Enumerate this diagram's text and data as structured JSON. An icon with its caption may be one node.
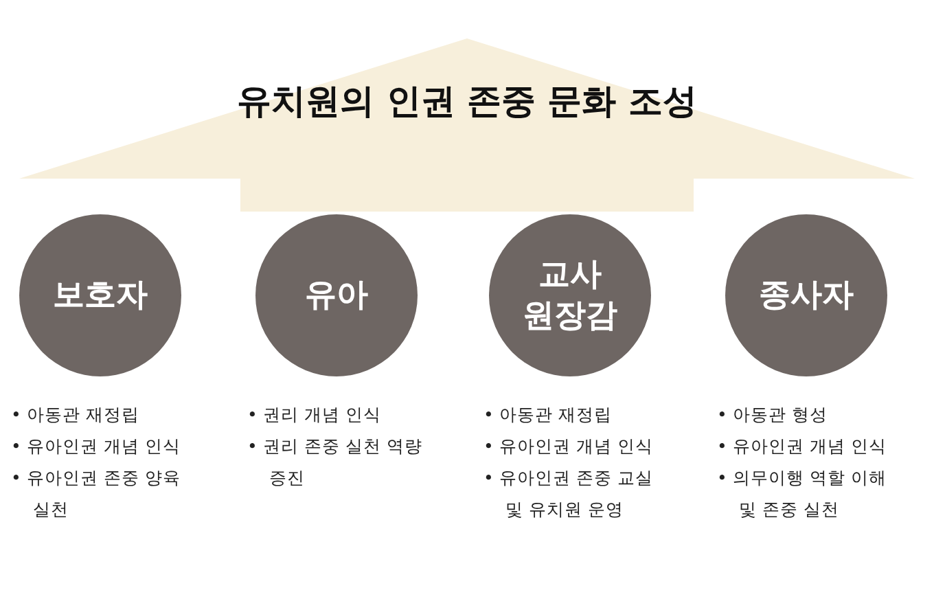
{
  "diagram": {
    "nodes": [
      {
        "text": [
          "유치원의 인권 존중 문화 조성"
        ]
      },
      {
        "text": [
          "보호자"
        ],
        "beside": [
          "• 아동관 재정립",
          "• 유아인권 개념 인식",
          "• 유아인권 존중 양육 실천"
        ]
      },
      {
        "text": [
          "유아"
        ],
        "beside": [
          "• 권리 개념 인식",
          "• 권리 존중 실천 역량 증진"
        ]
      },
      {
        "text": [
          "교사 원장감"
        ],
        "beside": [
          "• 아동관 재정립",
          "• 유아인권 개념 인식",
          "• 유아인권 존중 교실 및 유치원 운영"
        ]
      },
      {
        "text": [
          "종사자"
        ],
        "beside": [
          "• 아동관 형성",
          "• 유아인권 개념 인식",
          "• 의무이행 역할 이해 및 존중 실천"
        ]
      }
    ],
    "edges": []
  }
}
